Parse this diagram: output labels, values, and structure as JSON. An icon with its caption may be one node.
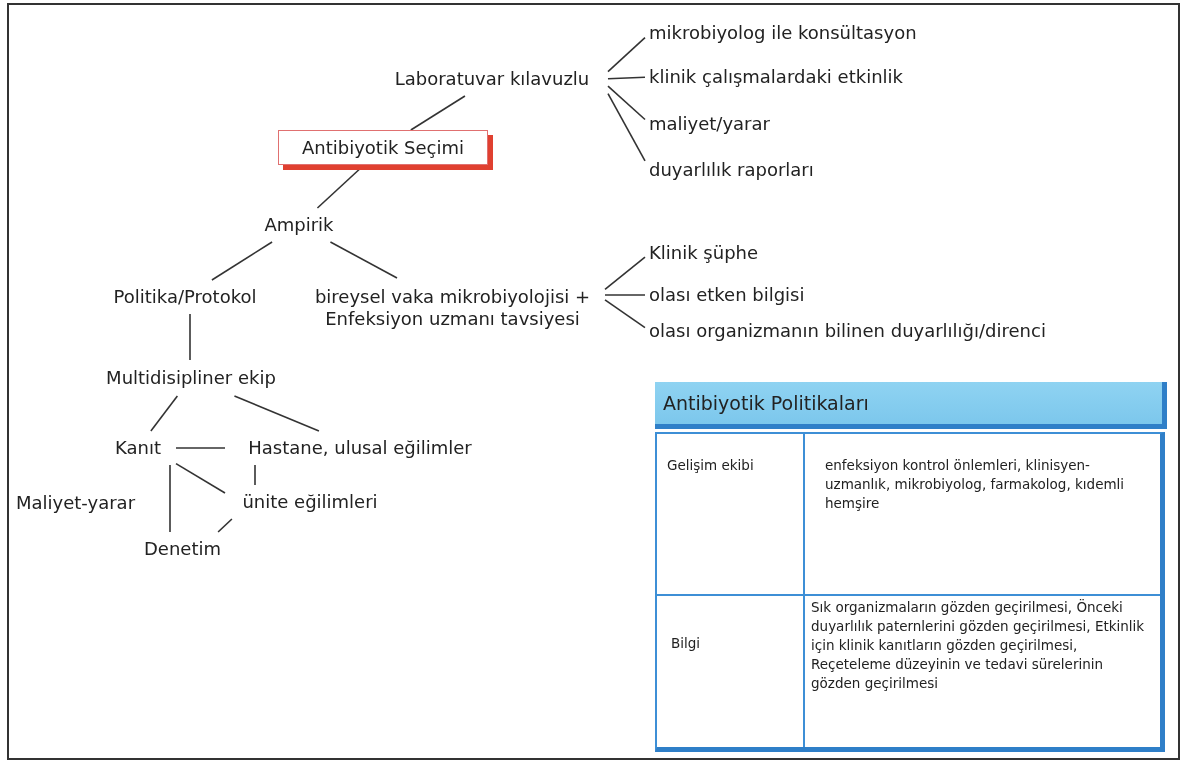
{
  "diagram": {
    "nodes": [
      {
        "text": [
          "Laboratuvar kılavuzlu"
        ]
      },
      {
        "text": [
          "mikrobiyolog ile konsültasyon"
        ]
      },
      {
        "text": [
          "klinik çalışmalardaki etkinlik"
        ]
      },
      {
        "text": [
          "maliyet/yarar"
        ]
      },
      {
        "text": [
          "duyarlılık raporları"
        ]
      },
      {
        "text": [
          "Antibiyotik Seçimi"
        ]
      },
      {
        "text": [
          "Ampirik"
        ]
      },
      {
        "text": [
          "Politika/Protokol"
        ]
      },
      {
        "text": [
          "bireysel vaka mikrobiyolojisi + Enfeksiyon uzmanı tavsiyesi"
        ]
      },
      {
        "text": [
          "Klinik şüphe"
        ]
      },
      {
        "text": [
          "olası etken bilgisi"
        ]
      },
      {
        "text": [
          "olası organizmanın bilinen duyarlılığı/direnci"
        ]
      },
      {
        "text": [
          "Multidisipliner ekip"
        ]
      },
      {
        "text": [
          "Kanıt"
        ]
      },
      {
        "text": [
          "Hastane, ulusal eğilimler"
        ]
      },
      {
        "text": [
          "ünite eğilimleri"
        ]
      },
      {
        "text": [
          "Denetim"
        ]
      }
    ],
    "edges": [
      {
        "from": 5,
        "to": 0,
        "arrow": "none"
      },
      {
        "from": 0,
        "to": 1,
        "arrow": "none"
      },
      {
        "from": 0,
        "to": 2,
        "arrow": "none"
      },
      {
        "from": 0,
        "to": 3,
        "arrow": "none"
      },
      {
        "from": 0,
        "to": 4,
        "arrow": "none"
      },
      {
        "from": 5,
        "to": 6,
        "arrow": "none"
      },
      {
        "from": 6,
        "to": 7,
        "arrow": "none"
      },
      {
        "from": 6,
        "to": 8,
        "arrow": "none"
      },
      {
        "from": 8,
        "to": 9,
        "arrow": "none"
      },
      {
        "from": 8,
        "to": 10,
        "arrow": "none"
      },
      {
        "from": 8,
        "to": 11,
        "arrow": "none"
      },
      {
        "from": 7,
        "to": 12,
        "arrow": "none"
      },
      {
        "from": 12,
        "to": 13,
        "arrow": "none"
      },
      {
        "from": 12,
        "to": 14,
        "arrow": "none"
      },
      {
        "from": 13,
        "to": 14,
        "arrow": "none"
      },
      {
        "from": 14,
        "to": 15,
        "arrow": "none"
      },
      {
        "from": 13,
        "to": 15,
        "arrow": "none"
      },
      {
        "from": 13,
        "to": 16,
        "arrow": "none"
      },
      {
        "from": 15,
        "to": 16,
        "arrow": "none"
      }
    ],
    "labels": [
      "Maliyet-yarar",
      "Antibiyotik Politikaları",
      "Gelişim ekibi",
      "enfeksiyon kontrol önlemleri, klinisyen-uzmanlık, mikrobiyolog, farmakolog, kıdemli hemşire",
      "Bilgi",
      "Sık organizmaların gözden geçirilmesi, Önceki duyarlılık paternlerini gözden geçirilmesi, Etkinlik için klinik kanıtların gözden geçirilmesi, Reçeteleme düzeyinin ve tedavi sürelerinin gözden geçirilmesi"
    ]
  }
}
